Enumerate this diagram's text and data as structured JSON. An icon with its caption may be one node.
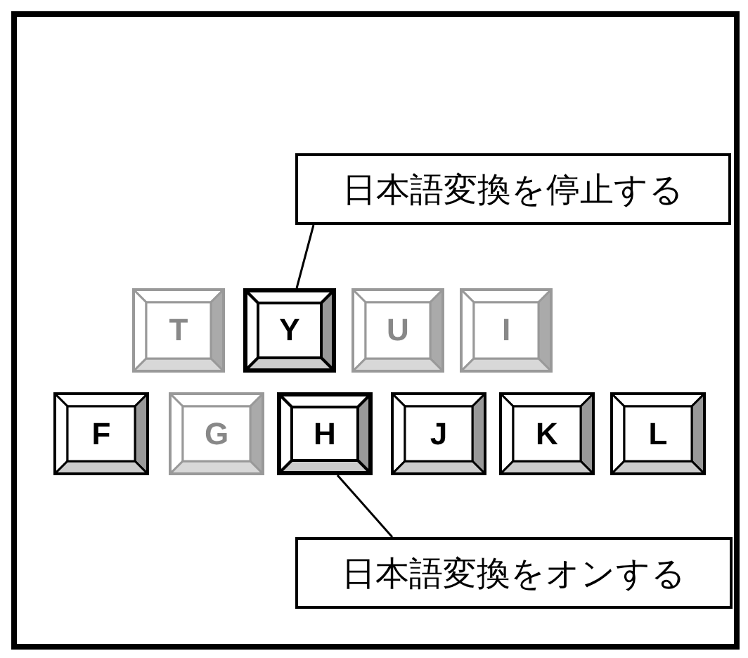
{
  "diagram": {
    "nodes": [
      {
        "text": [
          "日本語変換を停止する"
        ]
      },
      {
        "text": [
          "T"
        ]
      },
      {
        "text": [
          "Y"
        ]
      },
      {
        "text": [
          "U"
        ]
      },
      {
        "text": [
          "I"
        ]
      },
      {
        "text": [
          "F"
        ]
      },
      {
        "text": [
          "G"
        ]
      },
      {
        "text": [
          "H"
        ]
      },
      {
        "text": [
          "J"
        ]
      },
      {
        "text": [
          "K"
        ]
      },
      {
        "text": [
          "L"
        ]
      },
      {
        "text": [
          "日本語変換をオンする"
        ]
      }
    ],
    "edges": [
      {
        "from": 0,
        "to": 2,
        "arrow": "none"
      },
      {
        "from": 11,
        "to": 7,
        "arrow": "none"
      }
    ]
  }
}
